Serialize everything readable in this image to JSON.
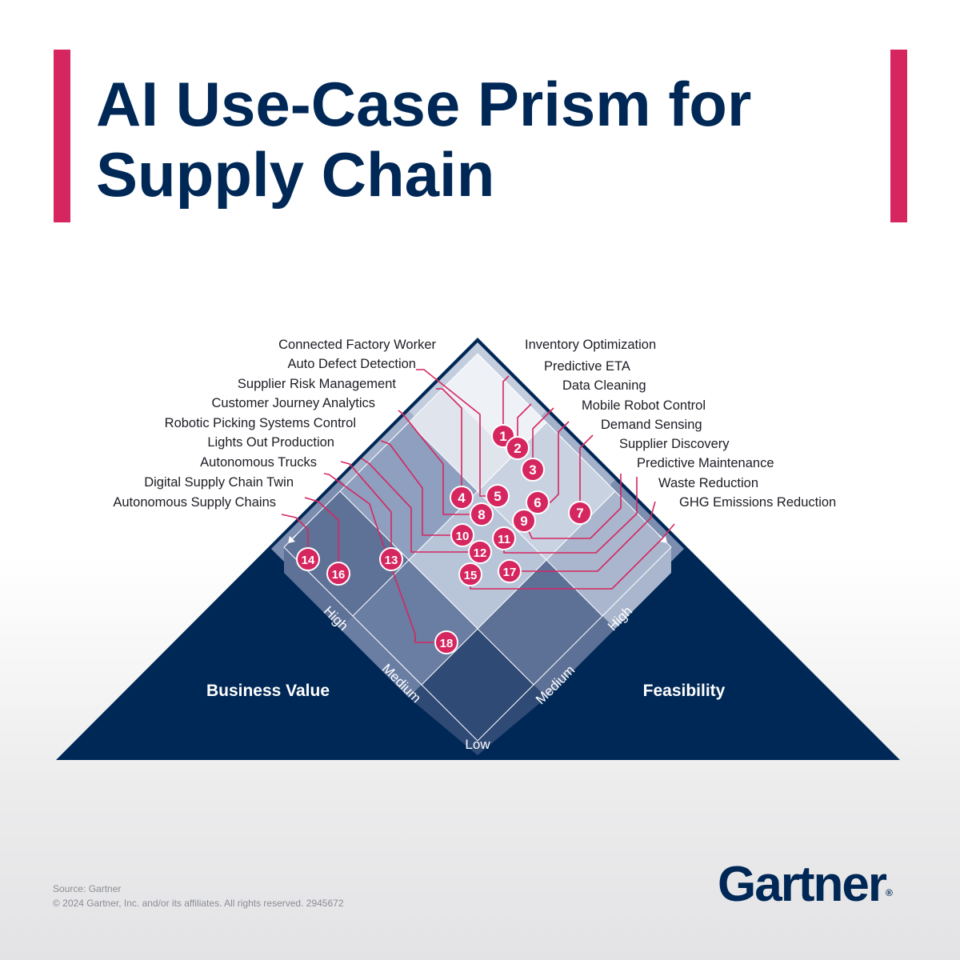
{
  "header": {
    "title_line1": "AI Use-Case Prism for",
    "title_line2": "Supply Chain"
  },
  "chart_data": {
    "type": "scatter",
    "title": "AI Use-Case Prism for Supply Chain",
    "left_axis_label": "Business Value",
    "right_axis_label": "Feasibility",
    "left_scale": [
      "High",
      "Medium"
    ],
    "right_scale": [
      "Medium",
      "High"
    ],
    "origin_label": "Low",
    "use_cases": [
      {
        "id": "1",
        "name": "Inventory Optimization"
      },
      {
        "id": "2",
        "name": "Predictive ETA"
      },
      {
        "id": "3",
        "name": "Data Cleaning"
      },
      {
        "id": "4",
        "name": "Connected Factory Worker"
      },
      {
        "id": "5",
        "name": "Auto Defect Detection"
      },
      {
        "id": "6",
        "name": "Mobile Robot Control"
      },
      {
        "id": "7",
        "name": "Demand Sensing"
      },
      {
        "id": "8",
        "name": "Supplier Risk Management"
      },
      {
        "id": "9",
        "name": "Supplier Discovery"
      },
      {
        "id": "10",
        "name": "Customer Journey Analytics"
      },
      {
        "id": "11",
        "name": "Predictive Maintenance"
      },
      {
        "id": "12",
        "name": "Robotic Picking Systems Control"
      },
      {
        "id": "13",
        "name": "Lights Out Production"
      },
      {
        "id": "14",
        "name": "Autonomous Supply Chains"
      },
      {
        "id": "15",
        "name": "GHG Emissions Reduction"
      },
      {
        "id": "16",
        "name": "Digital Supply Chain Twin"
      },
      {
        "id": "17",
        "name": "Waste Reduction"
      },
      {
        "id": "18",
        "name": "Autonomous Trucks"
      }
    ]
  },
  "footer": {
    "source": "Source: Gartner",
    "copyright": "© 2024 Gartner, Inc. and/or its affiliates. All rights reserved. 2945672"
  },
  "brand": {
    "name": "Gartner",
    "mark": "®"
  },
  "colors": {
    "navy": "#002856",
    "accent": "#d62660"
  }
}
